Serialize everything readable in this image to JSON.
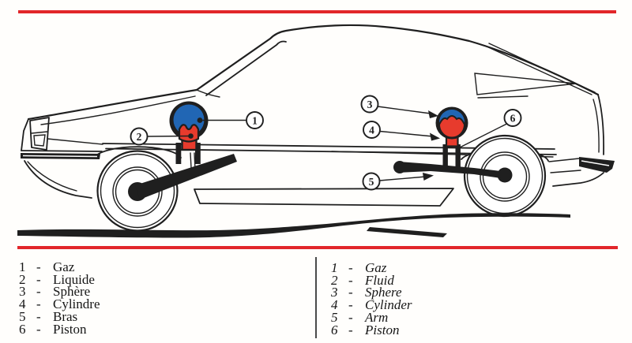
{
  "colors": {
    "accent_red": "#e2262a",
    "sphere_red": "#e73b2d",
    "sphere_blue": "#2166b4",
    "line_ink": "#1f1f1f"
  },
  "diagram": {
    "description_elements": {
      "top_red_rule": "decorative",
      "bottom_red_rule": "decorative"
    },
    "callouts": [
      {
        "label": "1"
      },
      {
        "label": "2"
      },
      {
        "label": "3"
      },
      {
        "label": "4"
      },
      {
        "label": "5"
      },
      {
        "label": "6"
      }
    ]
  },
  "legend_french": {
    "items": [
      {
        "number": "1",
        "separator": "-",
        "term": "Gaz"
      },
      {
        "number": "2",
        "separator": "-",
        "term": "Liquide"
      },
      {
        "number": "3",
        "separator": "-",
        "term": "Sphère"
      },
      {
        "number": "4",
        "separator": "-",
        "term": "Cylindre"
      },
      {
        "number": "5",
        "separator": "-",
        "term": "Bras"
      },
      {
        "number": "6",
        "separator": "-",
        "term": "Piston"
      }
    ]
  },
  "legend_english": {
    "items": [
      {
        "number": "1",
        "separator": "-",
        "term": "Gaz"
      },
      {
        "number": "2",
        "separator": "-",
        "term": "Fluid"
      },
      {
        "number": "3",
        "separator": "-",
        "term": "Sphere"
      },
      {
        "number": "4",
        "separator": "-",
        "term": "Cylinder"
      },
      {
        "number": "5",
        "separator": "-",
        "term": "Arm"
      },
      {
        "number": "6",
        "separator": "-",
        "term": "Piston"
      }
    ]
  }
}
